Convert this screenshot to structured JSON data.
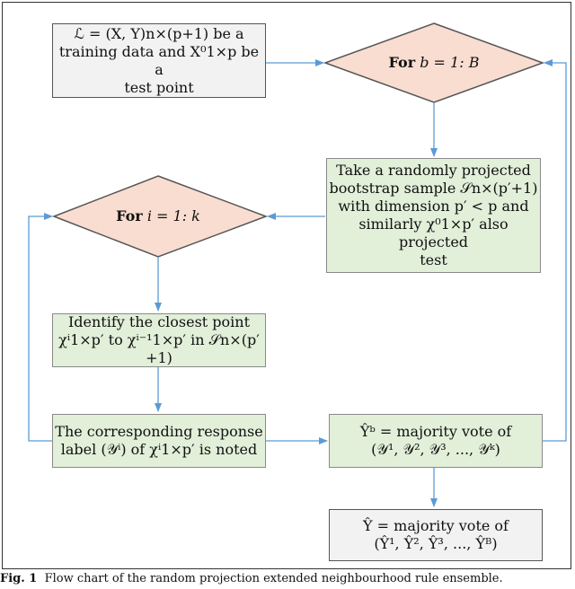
{
  "nodes": {
    "start": {
      "line1": "ℒ = (X, Y)n×(p+1) be a",
      "line2": "training data and X⁰1×p be a",
      "line3": "test point"
    },
    "loop_b": {
      "keyword": "For",
      "expr": "b = 1: B"
    },
    "bootstrap": {
      "line1": "Take a randomly projected",
      "line2": "bootstrap sample 𝒮n×(p′+1)",
      "line3": "with dimension p′ < p and",
      "line4": "similarly χ⁰1×p′ also projected",
      "line5": "test"
    },
    "loop_i": {
      "keyword": "For",
      "expr": "i = 1: k"
    },
    "closest": {
      "line1": "Identify the closest point",
      "line2": "χⁱ1×p′ to χⁱ⁻¹1×p′ in 𝒮n×(p′+1)"
    },
    "response": {
      "line1": "The corresponding response",
      "line2": "label (𝒴ⁱ) of χⁱ1×p′ is noted"
    },
    "vote_b": {
      "line1": "Ŷᵇ = majority vote of",
      "line2": "(𝒴¹, 𝒴², 𝒴³, ..., 𝒴ᵏ)"
    },
    "vote_final": {
      "line1": "Ŷ = majority vote of",
      "line2": "(Ŷ¹, Ŷ², Ŷ³, ..., Ŷᴮ)"
    }
  },
  "caption": {
    "label": "Fig. 1",
    "text": "Flow chart of the random projection extended neighbourhood rule ensemble."
  },
  "colors": {
    "decision_fill": "#f8ddd0",
    "process_fill": "#e2efd9",
    "io_fill": "#f2f2f2",
    "arrow": "#5b9bd5"
  }
}
